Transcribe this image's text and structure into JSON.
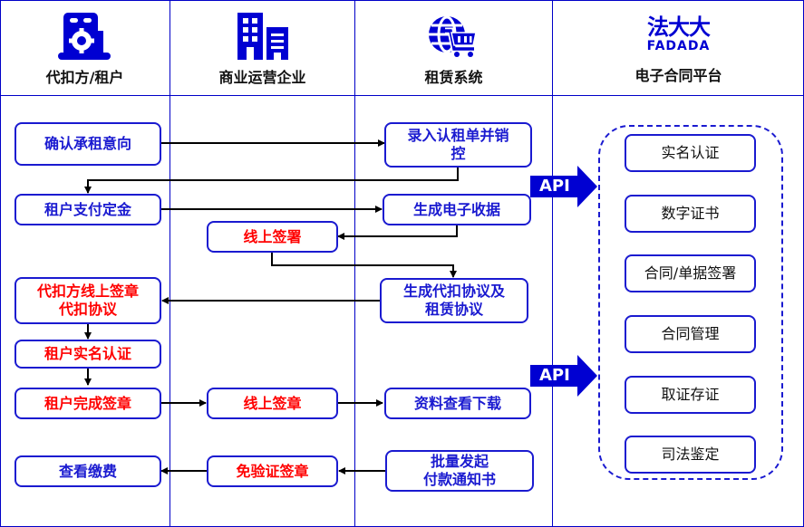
{
  "columns": [
    {
      "label": "代扣方/租户",
      "icon": "building-gear-icon"
    },
    {
      "label": "商业运营企业",
      "icon": "office-buildings-icon"
    },
    {
      "label": "租赁系统",
      "icon": "globe-cart-icon"
    },
    {
      "label": "电子合同平台",
      "icon": "fadada-logo",
      "logo_cn": "法大大",
      "logo_en": "FADADA"
    }
  ],
  "tenant_steps": [
    {
      "label": "确认承租意向",
      "color": "blue"
    },
    {
      "label": "租户支付定金",
      "color": "blue"
    },
    {
      "label": "代扣方线上签章\n代扣协议",
      "line1": "代扣方线上签章",
      "line2": "代扣协议",
      "color": "red"
    },
    {
      "label": "租户实名认证",
      "color": "red"
    },
    {
      "label": "租户完成签章",
      "color": "red"
    },
    {
      "label": "查看缴费",
      "color": "blue"
    }
  ],
  "operator_steps": [
    {
      "label": "线上签署",
      "color": "red"
    },
    {
      "label": "线上签章",
      "color": "red"
    },
    {
      "label": "免验证签章",
      "color": "red"
    }
  ],
  "system_steps": [
    {
      "line1": "录入认租单并销",
      "line2": "控",
      "color": "blue"
    },
    {
      "label": "生成电子收据",
      "color": "blue"
    },
    {
      "line1": "生成代扣协议及",
      "line2": "租赁协议",
      "color": "blue"
    },
    {
      "label": "资料查看下载",
      "color": "blue"
    },
    {
      "line1": "批量发起",
      "line2": "付款通知书",
      "color": "blue"
    }
  ],
  "api_labels": [
    "API",
    "API"
  ],
  "platform_services": [
    "实名认证",
    "数字证书",
    "合同/单据签署",
    "合同管理",
    "取证存证",
    "司法鉴定"
  ],
  "colors": {
    "primary": "#0000c8",
    "box_border": "#1a1ad0",
    "highlight": "#ff0000",
    "api": "#0000d2"
  }
}
